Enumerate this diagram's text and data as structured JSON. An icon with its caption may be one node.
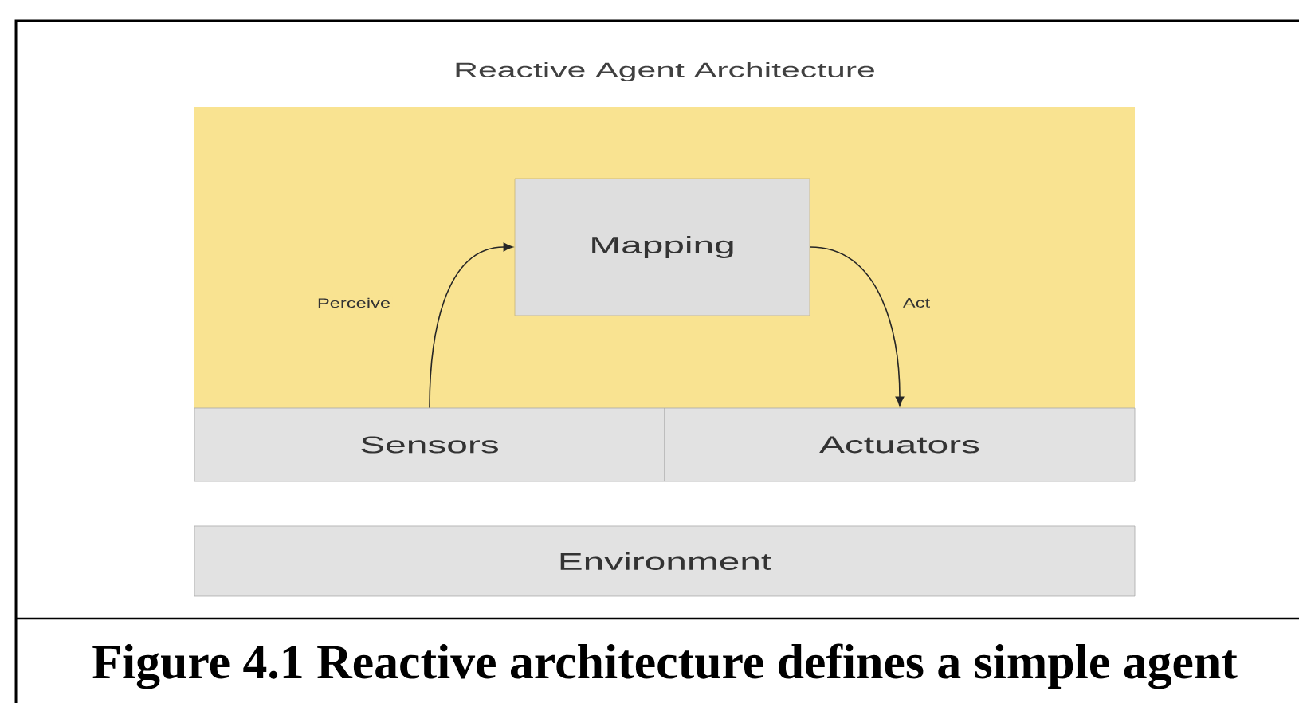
{
  "diagram": {
    "caption": "Figure 4.1 Reactive architecture defines a simple agent",
    "nodes": [
      {
        "text": [
          "Reactive Agent Architecture"
        ]
      },
      {
        "text": [
          "Mapping"
        ],
        "in": 0
      },
      {
        "text": [
          "Sensors"
        ]
      },
      {
        "text": [
          "Actuators"
        ]
      },
      {
        "text": [
          "Environment"
        ]
      }
    ],
    "edges": [
      {
        "from": 2,
        "to": 1,
        "arrow": "to",
        "label": "Perceive"
      },
      {
        "from": 1,
        "to": 3,
        "arrow": "to",
        "label": "Act"
      }
    ]
  }
}
